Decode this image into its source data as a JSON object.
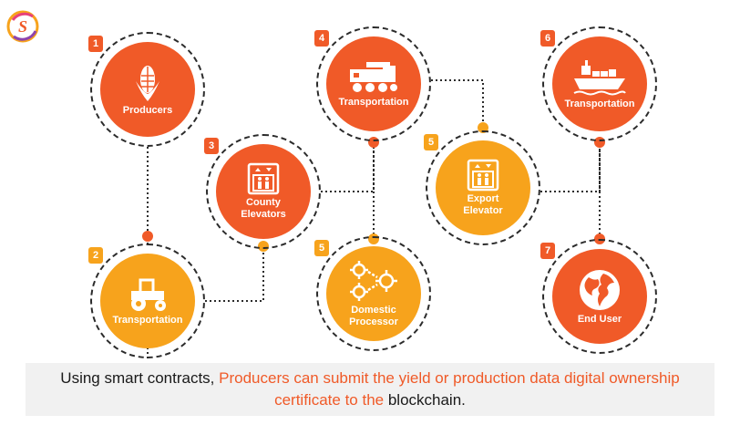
{
  "colors": {
    "red": "#f05a28",
    "orange": "#f7a31c",
    "line": "#2b2b2b"
  },
  "logo": {
    "icon": "s-logo-icon"
  },
  "nodes": [
    {
      "id": "n1",
      "number": "1",
      "label": "Producers",
      "color": "red",
      "icon": "corn-icon"
    },
    {
      "id": "n2",
      "number": "2",
      "label": "Transportation",
      "color": "orange",
      "icon": "tractor-icon"
    },
    {
      "id": "n3",
      "number": "3",
      "label": "County\nElevators",
      "color": "red",
      "icon": "elevator-icon"
    },
    {
      "id": "n4",
      "number": "4",
      "label": "Transportation",
      "color": "red",
      "icon": "train-icon"
    },
    {
      "id": "n5a",
      "number": "5",
      "label": "Domestic\nProcessor",
      "color": "orange",
      "icon": "gears-icon"
    },
    {
      "id": "n5b",
      "number": "5",
      "label": "Export\nElevator",
      "color": "orange",
      "icon": "elevator-icon"
    },
    {
      "id": "n6",
      "number": "6",
      "label": "Transportation",
      "color": "red",
      "icon": "ship-icon"
    },
    {
      "id": "n7",
      "number": "7",
      "label": "End User",
      "color": "red",
      "icon": "globe-icon"
    }
  ],
  "caption": {
    "part1": "Using smart contracts, ",
    "part2": "Producers can submit the yield or production data digital ownership certificate to the",
    "part3": " blockchain."
  }
}
